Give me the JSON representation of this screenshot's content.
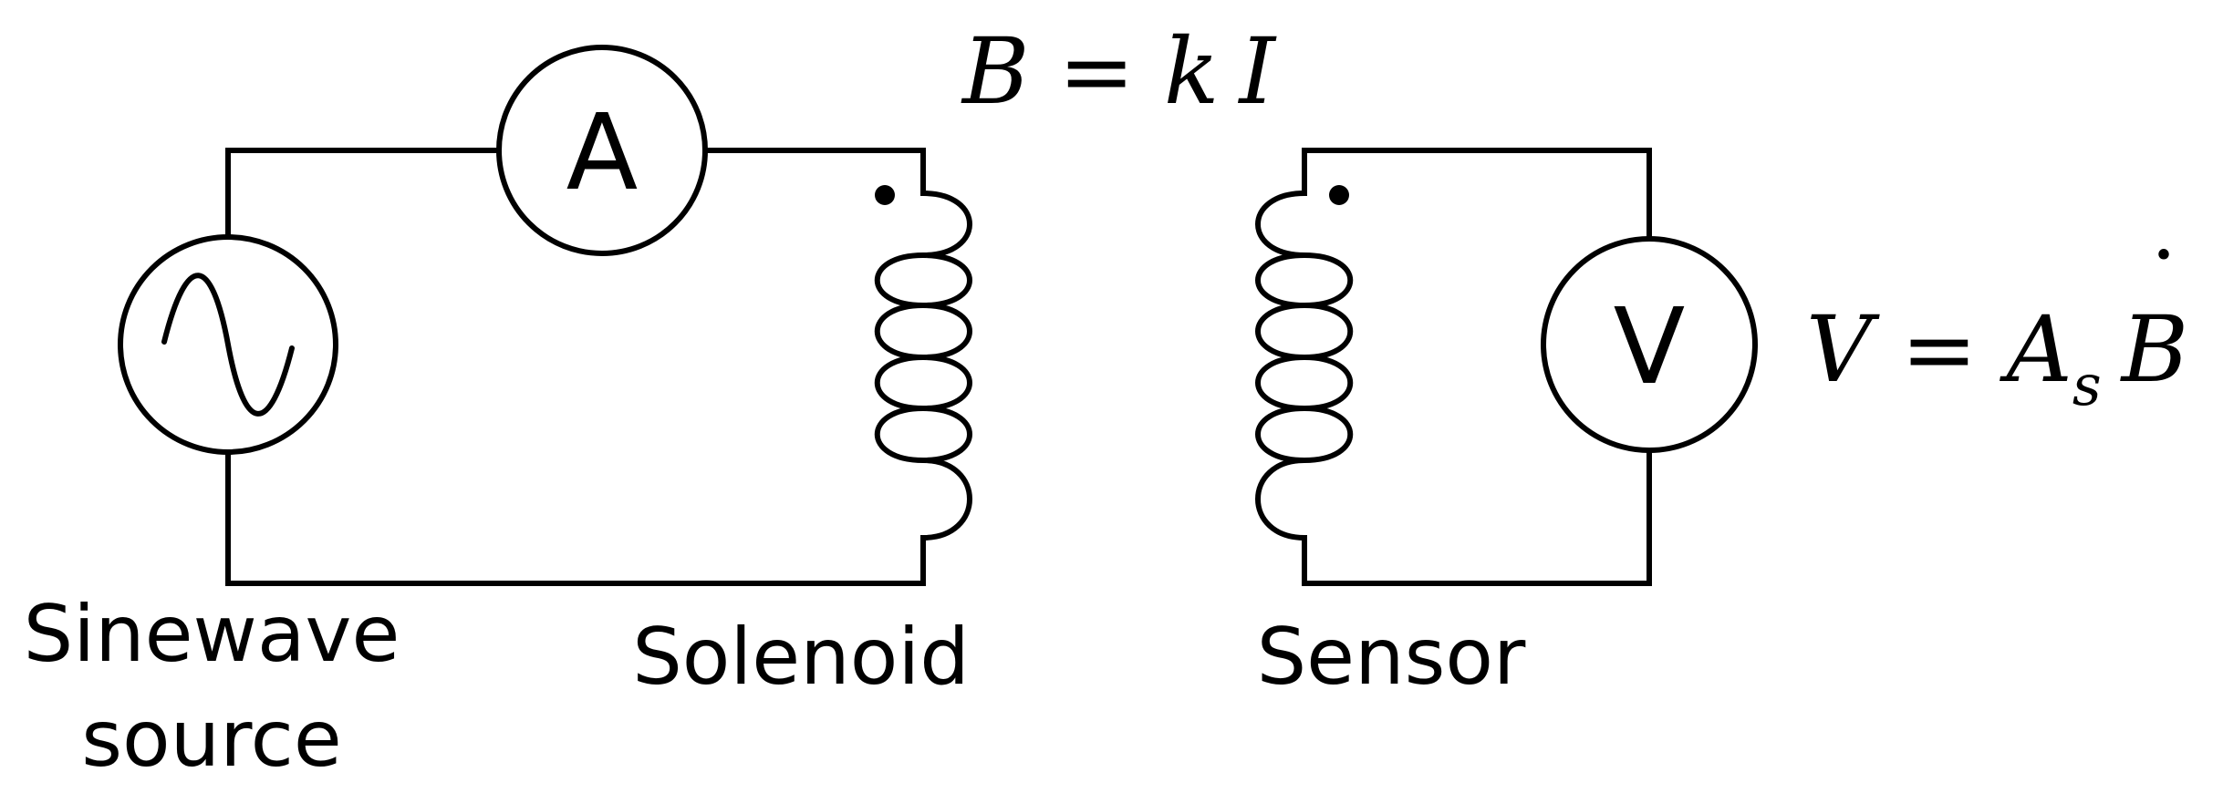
{
  "meters": {
    "ammeter": "A",
    "voltmeter": "V"
  },
  "labels": {
    "source_line1": "Sinewave",
    "source_line2": "source",
    "solenoid": "Solenoid",
    "sensor": "Sensor"
  },
  "equations": {
    "field": {
      "lhs": "B",
      "eq": " = ",
      "k": "k",
      "I": "I"
    },
    "voltage": {
      "lhs": "V",
      "eq": " = ",
      "A": "A",
      "sub": "s",
      "Bdot": "B",
      "dot": "˙"
    }
  },
  "icons": {
    "source": "sinewave-source-icon",
    "solenoid": "solenoid-coil-icon",
    "sensor": "sensor-coil-icon"
  }
}
